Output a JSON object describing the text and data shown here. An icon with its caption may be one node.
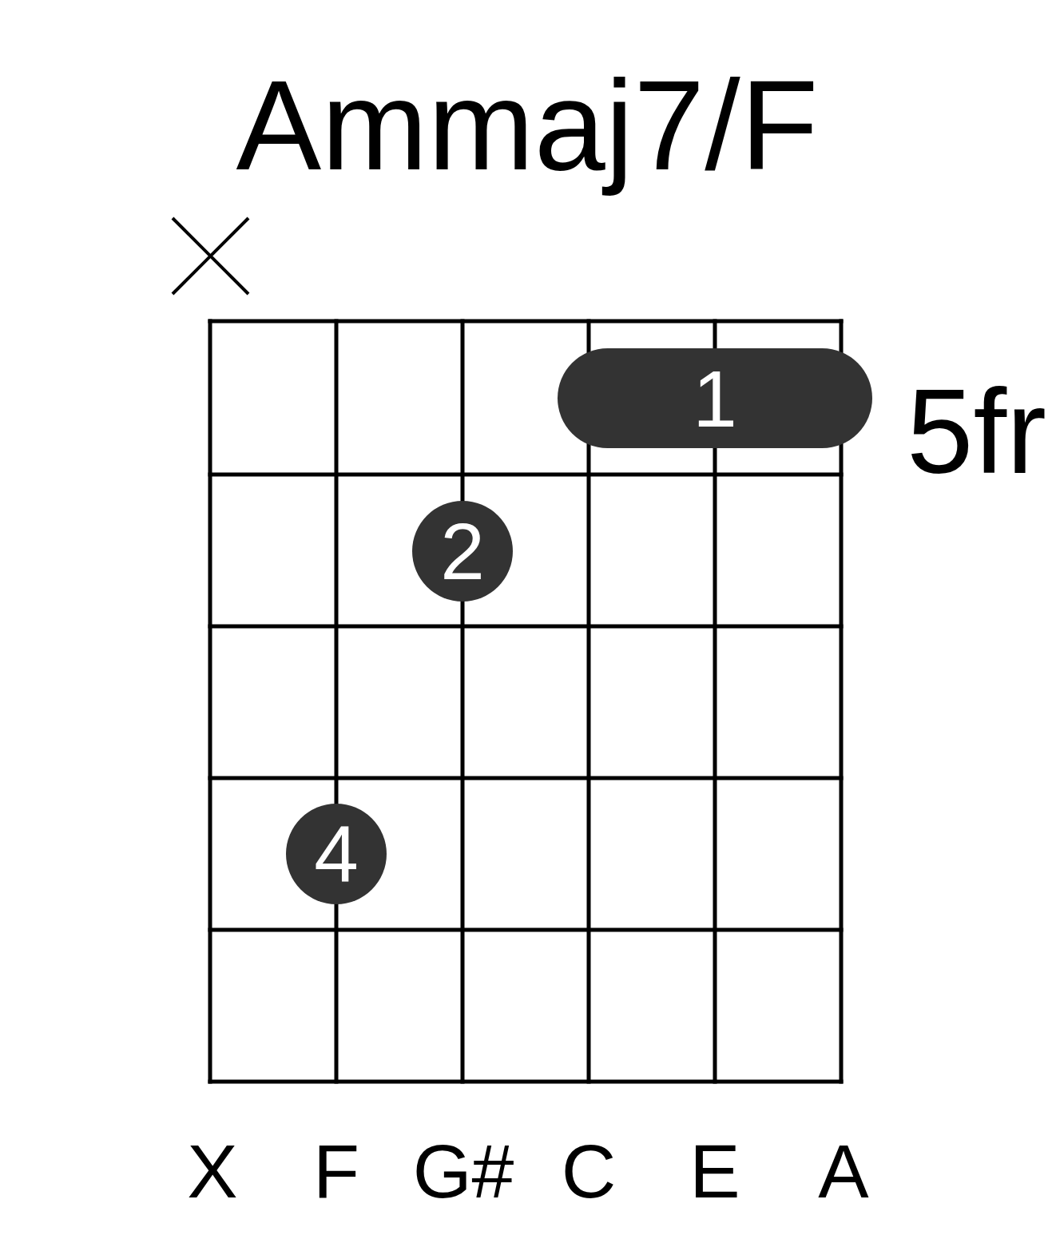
{
  "diagram": {
    "title": "Ammaj7/F",
    "nodes": [
      {
        "text": [
          "1"
        ]
      },
      {
        "text": [
          "2"
        ]
      },
      {
        "text": [
          "4"
        ]
      }
    ],
    "edges": [],
    "labels": [
      "5fr",
      "X",
      "F",
      "G#",
      "C",
      "E",
      "A"
    ]
  }
}
